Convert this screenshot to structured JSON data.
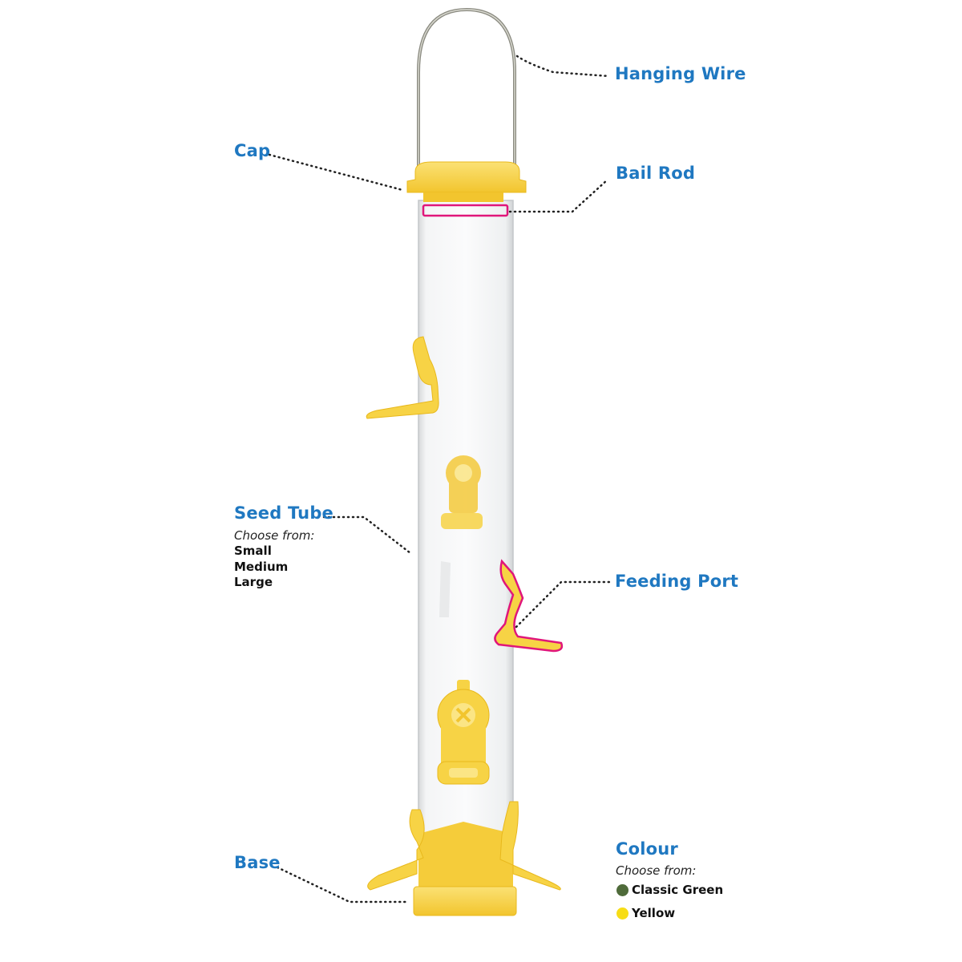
{
  "callouts": {
    "hanging_wire": "Hanging Wire",
    "cap": "Cap",
    "bail_rod": "Bail Rod",
    "seed_tube": "Seed Tube",
    "feeding_port": "Feeding Port",
    "base": "Base"
  },
  "seed_tube_options": {
    "hint": "Choose from:",
    "sizes": [
      "Small",
      "Medium",
      "Large"
    ]
  },
  "colour_options": {
    "title": "Colour",
    "hint": "Choose from:",
    "choices": [
      {
        "label": "Classic Green",
        "color": "#4f6b3a"
      },
      {
        "label": "Yellow",
        "color": "#f7dd16"
      }
    ]
  },
  "colors": {
    "label_blue": "#1f78c1",
    "feeder_yellow": "#f7d345",
    "highlight_magenta": "#e0167a",
    "wire_metal": "#8a8a80"
  }
}
